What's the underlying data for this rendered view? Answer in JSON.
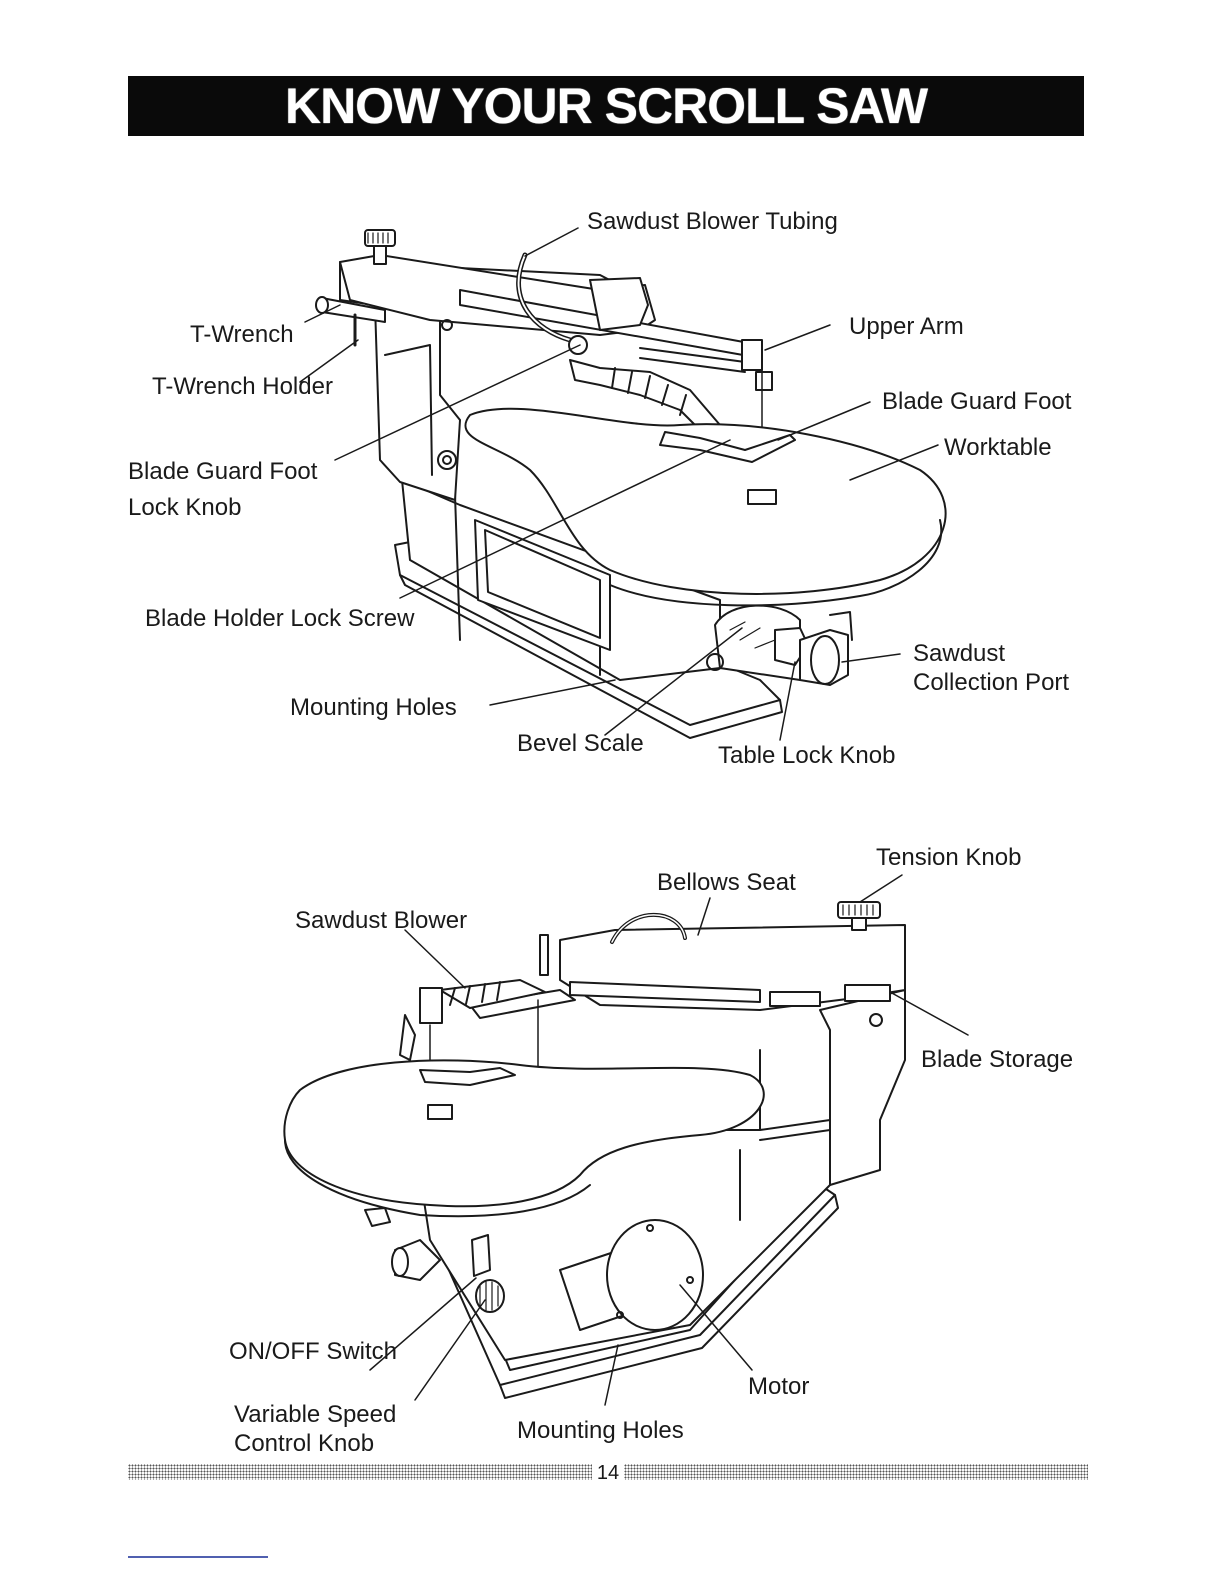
{
  "page": {
    "title": "KNOW YOUR SCROLL SAW",
    "page_number": "14"
  },
  "diagram_top": {
    "labels": {
      "sawdust_blower_tubing": "Sawdust Blower Tubing",
      "t_wrench": "T-Wrench",
      "upper_arm": "Upper Arm",
      "t_wrench_holder": "T-Wrench Holder",
      "blade_guard_foot": "Blade Guard Foot",
      "worktable": "Worktable",
      "blade_guard_foot_lock_knob_line1": "Blade Guard Foot",
      "blade_guard_foot_lock_knob_line2": "Lock Knob",
      "blade_holder_lock_screw": "Blade Holder Lock Screw",
      "sawdust_collection_port_line1": "Sawdust",
      "sawdust_collection_port_line2": "Collection Port",
      "mounting_holes": "Mounting Holes",
      "bevel_scale": "Bevel Scale",
      "table_lock_knob": "Table Lock Knob"
    }
  },
  "diagram_bottom": {
    "labels": {
      "tension_knob": "Tension Knob",
      "bellows_seat": "Bellows Seat",
      "sawdust_blower": "Sawdust Blower",
      "blade_storage": "Blade Storage",
      "on_off_switch": "ON/OFF Switch",
      "motor": "Motor",
      "variable_speed_line1": "Variable Speed",
      "variable_speed_line2": "Control Knob",
      "mounting_holes": "Mounting Holes"
    }
  }
}
